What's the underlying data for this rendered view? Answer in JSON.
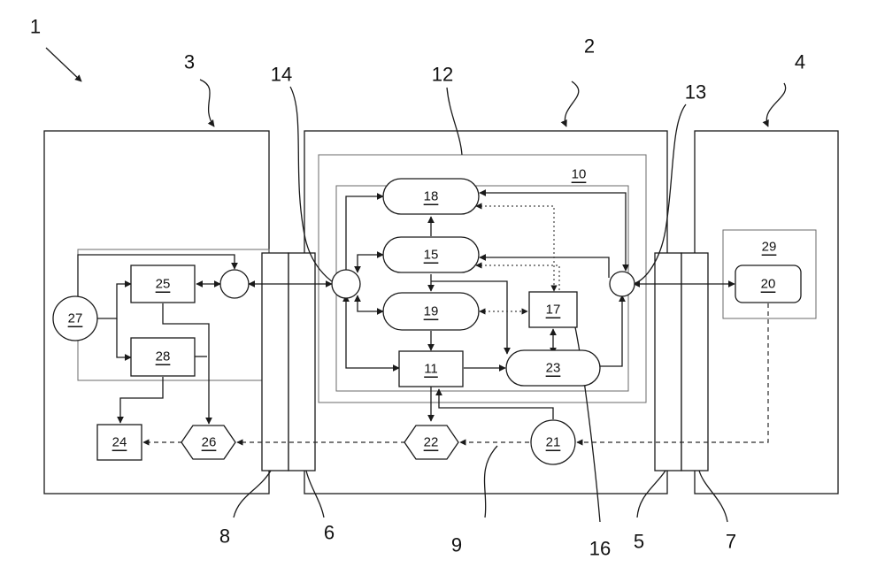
{
  "reference_numerals": {
    "system": "1",
    "center_unit": "2",
    "left_unit": "3",
    "right_unit": "4",
    "interface_5": "5",
    "interface_6": "6",
    "interface_7": "7",
    "interface_8": "8",
    "signal_line": "9",
    "inner_module": "10",
    "outer_module": "12",
    "right_junction": "13",
    "left_junction": "14",
    "component_16": "16"
  },
  "blocks": {
    "b11": "11",
    "b15": "15",
    "b17": "17",
    "b18": "18",
    "b19": "19",
    "b20": "20",
    "b21": "21",
    "b22": "22",
    "b23": "23",
    "b24": "24",
    "b25": "25",
    "b26": "26",
    "b27": "27",
    "b28": "28",
    "b29": "29"
  },
  "colors": {
    "line": "#1a1a1a",
    "frame": "#6a6a6a",
    "background": "#ffffff"
  }
}
